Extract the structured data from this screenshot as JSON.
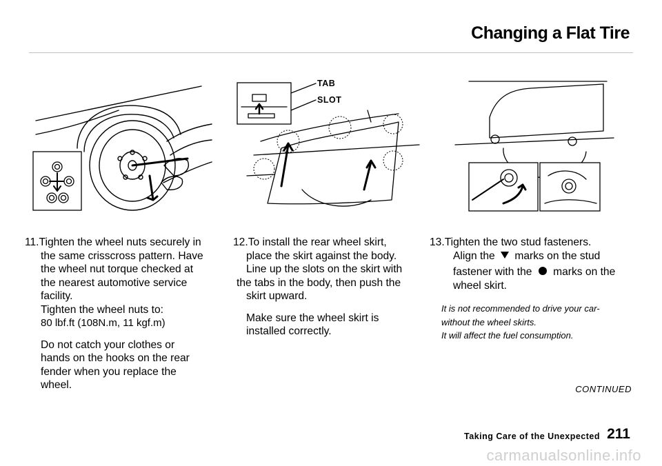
{
  "header": {
    "title": "Changing a Flat Tire"
  },
  "figures": {
    "middle": {
      "tab_label": "TAB",
      "slot_label": "SLOT"
    }
  },
  "steps": [
    {
      "number": "11.",
      "lines": [
        "Tighten the wheel nuts securely in",
        "the same crisscross pattern. Have",
        "the wheel nut torque checked at",
        "the nearest automotive service",
        "facility."
      ],
      "torque_intro": "Tighten the wheel nuts to:",
      "torque_value": "80 lbf.ft (108N.m, 11 kgf.m)",
      "note_lines": [
        "Do not catch your clothes or",
        "hands on the hooks on the rear",
        "fender when you replace the",
        "wheel."
      ]
    },
    {
      "number": "12.",
      "lines": [
        "To install the rear wheel skirt,",
        "place the skirt against the body.",
        "Line up the slots on the skirt with",
        "the tabs in the body, then push the",
        "skirt upward."
      ],
      "note_lines": [
        "Make sure the wheel skirt is",
        "installed correctly."
      ]
    },
    {
      "number": "13.",
      "line1": "Tighten the two stud fasteners.",
      "line2_pre": "Align the",
      "line2_post": "marks on the stud",
      "line3_pre": "fastener with the",
      "line3_post": "marks on the",
      "line4": "wheel skirt.",
      "warning_lines": [
        "It is not recommended to drive your car-",
        "without the wheel skirts.",
        "It will affect the fuel consumption."
      ]
    }
  ],
  "footer": {
    "continued": "CONTINUED",
    "section": "Taking Care of the Unexpected",
    "page": "211",
    "watermark": "carmanualsonline.info"
  }
}
